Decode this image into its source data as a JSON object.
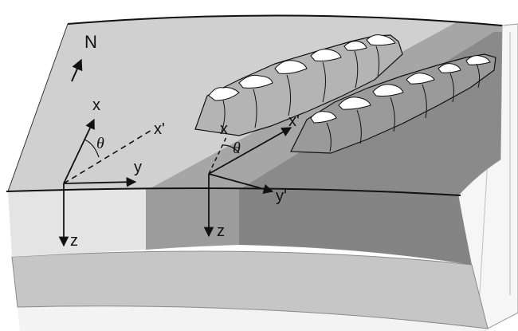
{
  "labels": {
    "north": "N",
    "x1": "x",
    "y1": "y",
    "z1": "z",
    "xp1": "x'",
    "theta1": "θ",
    "x2": "x",
    "xp2": "x'",
    "yp2": "y'",
    "z2": "z",
    "theta2": "θ"
  },
  "colors": {
    "top_light": "#d0d0d0",
    "top_mid": "#a6a6a6",
    "top_dark": "#8a8a8a",
    "front_light": "#e4e4e4",
    "front_mid": "#9c9c9c",
    "front_dark": "#848484",
    "lower_layer": "#c6c6c6",
    "bottom_layer": "#f3f3f3",
    "ridge": "#b4b4b4",
    "snow": "#ffffff",
    "ink": "#111111"
  },
  "icons": [
    "north-arrow-icon",
    "axis-arrow-icon"
  ]
}
